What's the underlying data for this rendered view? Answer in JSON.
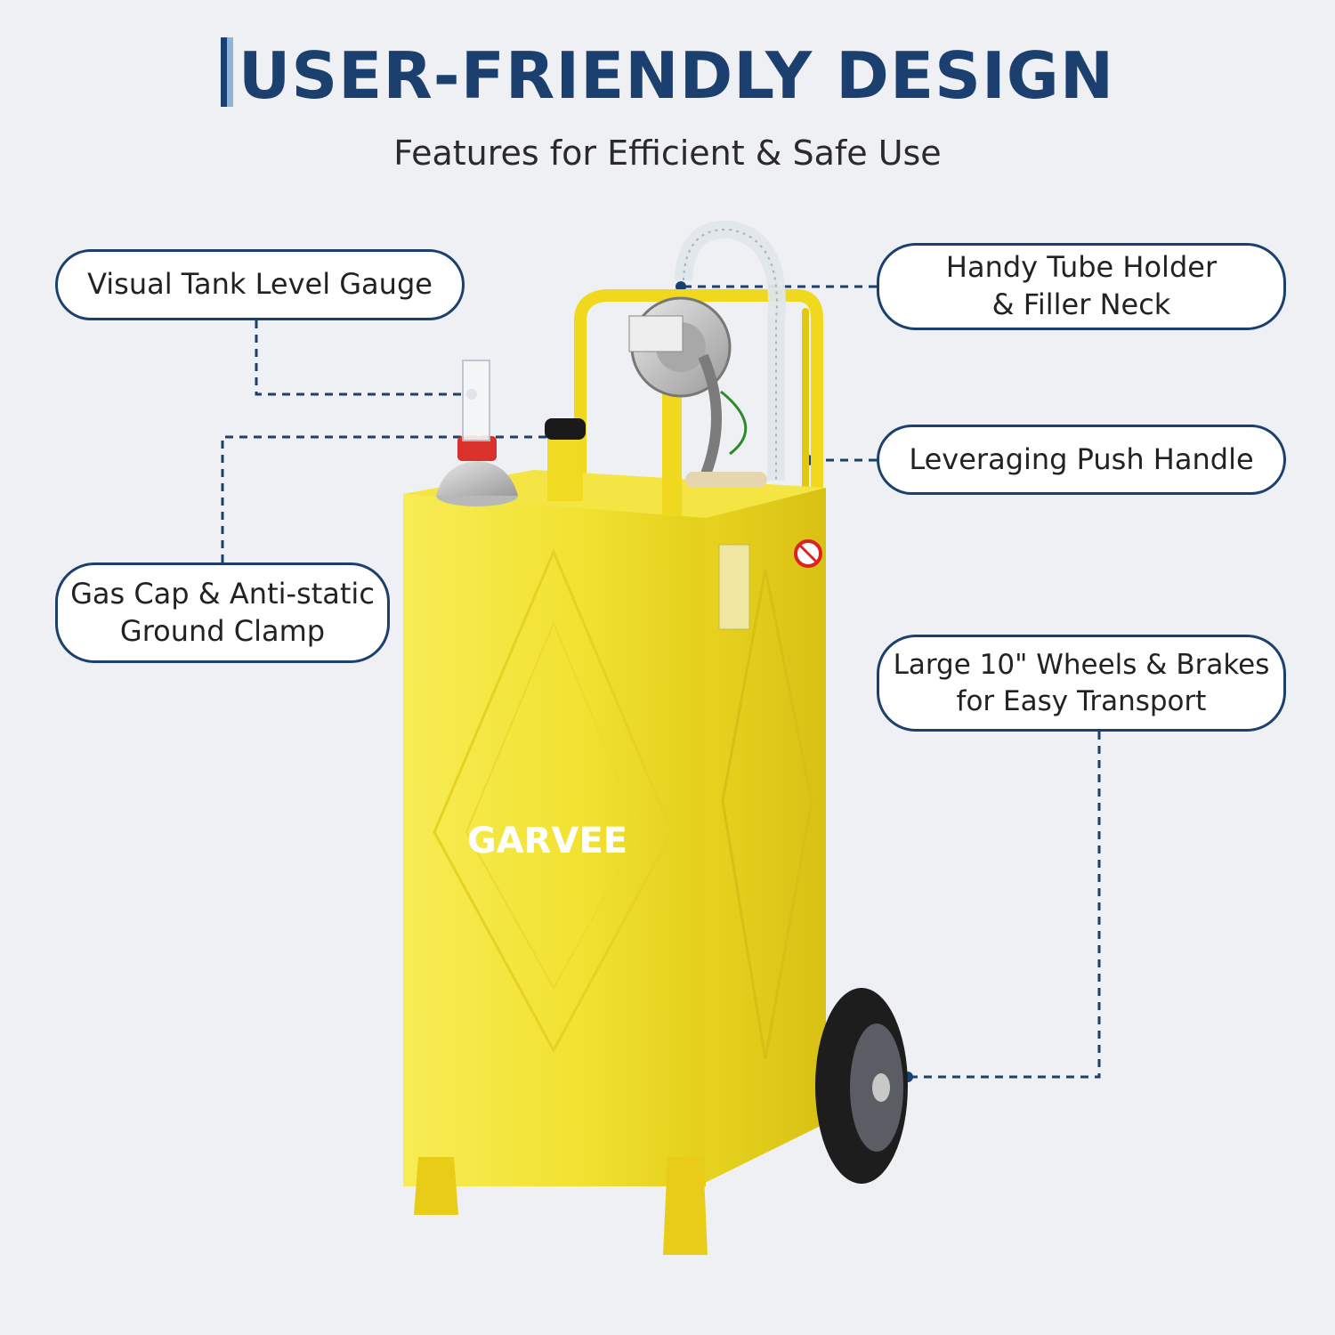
{
  "header": {
    "title": "USER-FRIENDLY DESIGN",
    "subtitle": "Features for Efficient & Safe Use"
  },
  "callouts": {
    "tank_gauge": {
      "line1": "Visual Tank Level Gauge"
    },
    "tube_holder": {
      "line1": "Handy Tube Holder",
      "line2": "& Filler Neck"
    },
    "push_handle": {
      "line1": "Leveraging Push Handle"
    },
    "gas_cap": {
      "line1": "Gas Cap & Anti-static",
      "line2": "Ground Clamp"
    },
    "wheels": {
      "line1": "Large 10\" Wheels & Brakes",
      "line2": "for Easy Transport"
    }
  },
  "product": {
    "brand": "GARVEE"
  },
  "colors": {
    "accent": "#1b3f6e",
    "tank_yellow": "#f2e130",
    "background": "#eef0f3"
  }
}
